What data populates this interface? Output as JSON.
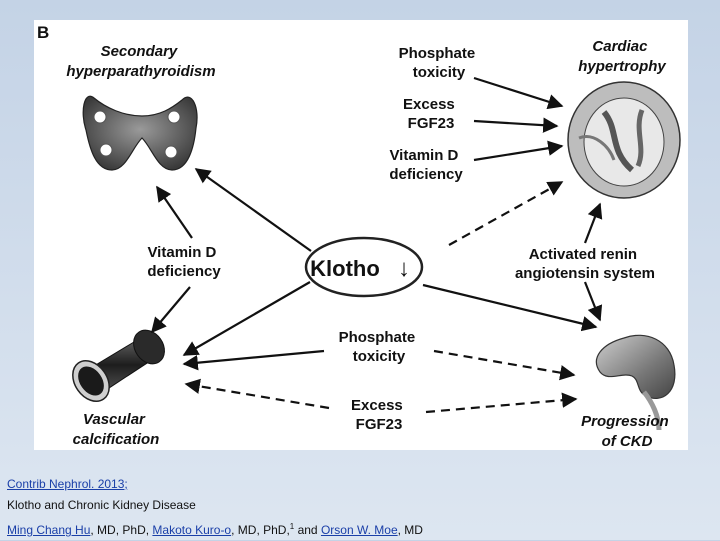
{
  "diagram": {
    "panel_letter": "B",
    "center_label": "Klotho",
    "center_arrow": "↓",
    "nodes": {
      "secondary_hpt": [
        "Secondary",
        "hyperparathyroidism"
      ],
      "cardiac_hypertrophy": [
        "Cardiac",
        "hypertrophy"
      ],
      "vascular_calcification": [
        "Vascular",
        "calcification"
      ],
      "progression_ckd": [
        "Progression",
        "of CKD"
      ]
    },
    "mediators": {
      "top_phosphate": [
        "Phosphate",
        "toxicity"
      ],
      "top_fgf23": [
        "Excess",
        "FGF23"
      ],
      "top_vitd": [
        "Vitamin D",
        "deficiency"
      ],
      "left_vitd": [
        "Vitamin D",
        "deficiency"
      ],
      "right_raas": [
        "Activated renin",
        "angiotensin system"
      ],
      "bottom_phosphate": [
        "Phosphate",
        "toxicity"
      ],
      "bottom_fgf23": [
        "Excess",
        "FGF23"
      ]
    }
  },
  "caption": {
    "journal_link": "Contrib Nephrol. 2013;",
    "article_title": "Klotho and Chronic Kidney Disease",
    "author1": "Ming Chang Hu",
    "author1_degrees": ", MD, PhD, ",
    "author2": "Makoto Kuro-o",
    "author2_degrees": ", MD, PhD,",
    "author2_sup": "1",
    "joiner": " and ",
    "author3": "Orson W. Moe",
    "author3_degrees": ", MD",
    "link_color": "#1a3fa8"
  }
}
